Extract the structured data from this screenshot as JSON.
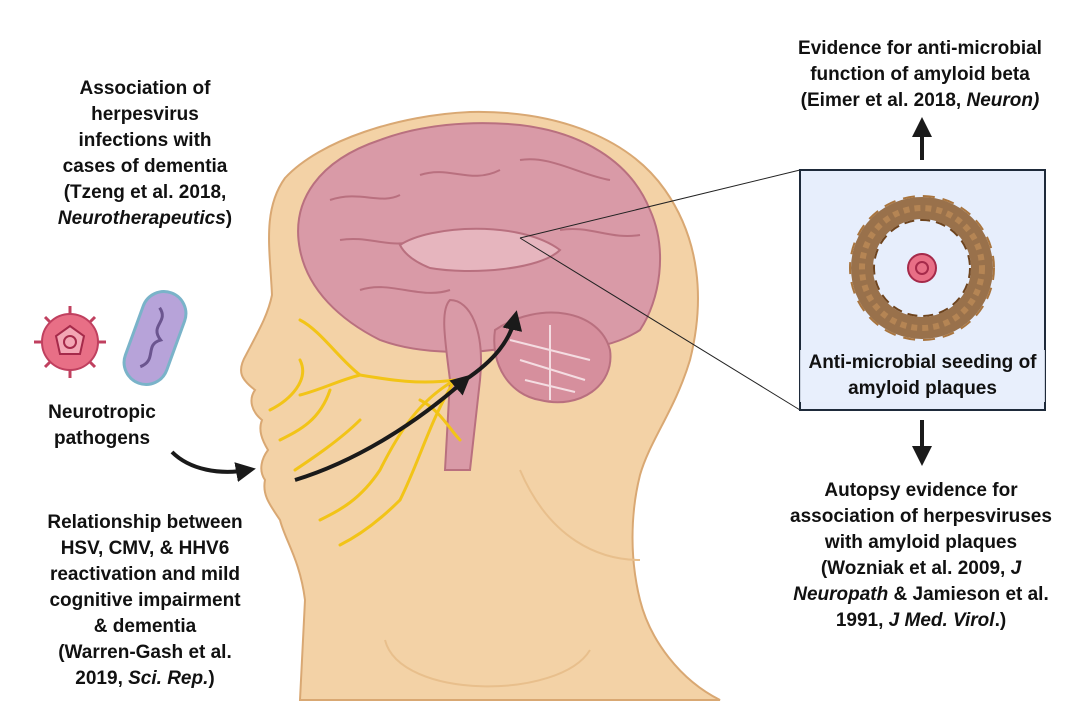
{
  "labels": {
    "herpes_dementia": {
      "l1": "Association of",
      "l2": "herpesvirus",
      "l3": "infections with",
      "l4": "cases of dementia",
      "l5": "(Tzeng et al. 2018,",
      "l6_journal": "Neurotherapeutics",
      "l6_end": ")"
    },
    "pathogens": {
      "l1": "Neurotropic",
      "l2": "pathogens"
    },
    "hsv": {
      "l1": "Relationship between",
      "l2": "HSV, CMV, & HHV6",
      "l3": "reactivation and mild",
      "l4": "cognitive impairment",
      "l5": "& dementia",
      "l6": "(Warren-Gash et al.",
      "l7_start": "2019, ",
      "l7_journal": "Sci. Rep.",
      "l7_end": ")"
    },
    "antimicrobial": {
      "l1": "Evidence for anti-microbial",
      "l2": "function of amyloid beta",
      "l3_start": "(Eimer et al. 2018, ",
      "l3_journal": "Neuron)"
    },
    "seeding": {
      "l1": "Anti-microbial seeding of",
      "l2": "amyloid plaques"
    },
    "autopsy": {
      "l1": "Autopsy evidence for",
      "l2": "association of herpesviruses",
      "l3": "with amyloid plaques",
      "l4_start": "(Wozniak et al. 2009, ",
      "l4_journal": "J",
      "l5_journal": "Neuropath",
      "l5_end": " & Jamieson et al.",
      "l6_start": "1991, ",
      "l6_journal": "J Med. Virol",
      "l6_end": ".)"
    }
  },
  "colors": {
    "skin": "#f3d2a6",
    "skin_outline": "#d9a873",
    "brain": "#d99aa7",
    "brain_dark": "#b9707f",
    "nerve": "#f2c417",
    "arrow": "#1a1a1a",
    "box_fill": "#e7eefc",
    "box_stroke": "#1e2a3a",
    "plaque": "#8b5a2b",
    "virus": "#e86f86",
    "bacterium": "#b7a3d9"
  },
  "icons": [
    "virus-icon",
    "bacterium-icon",
    "amyloid-plaque-icon"
  ]
}
